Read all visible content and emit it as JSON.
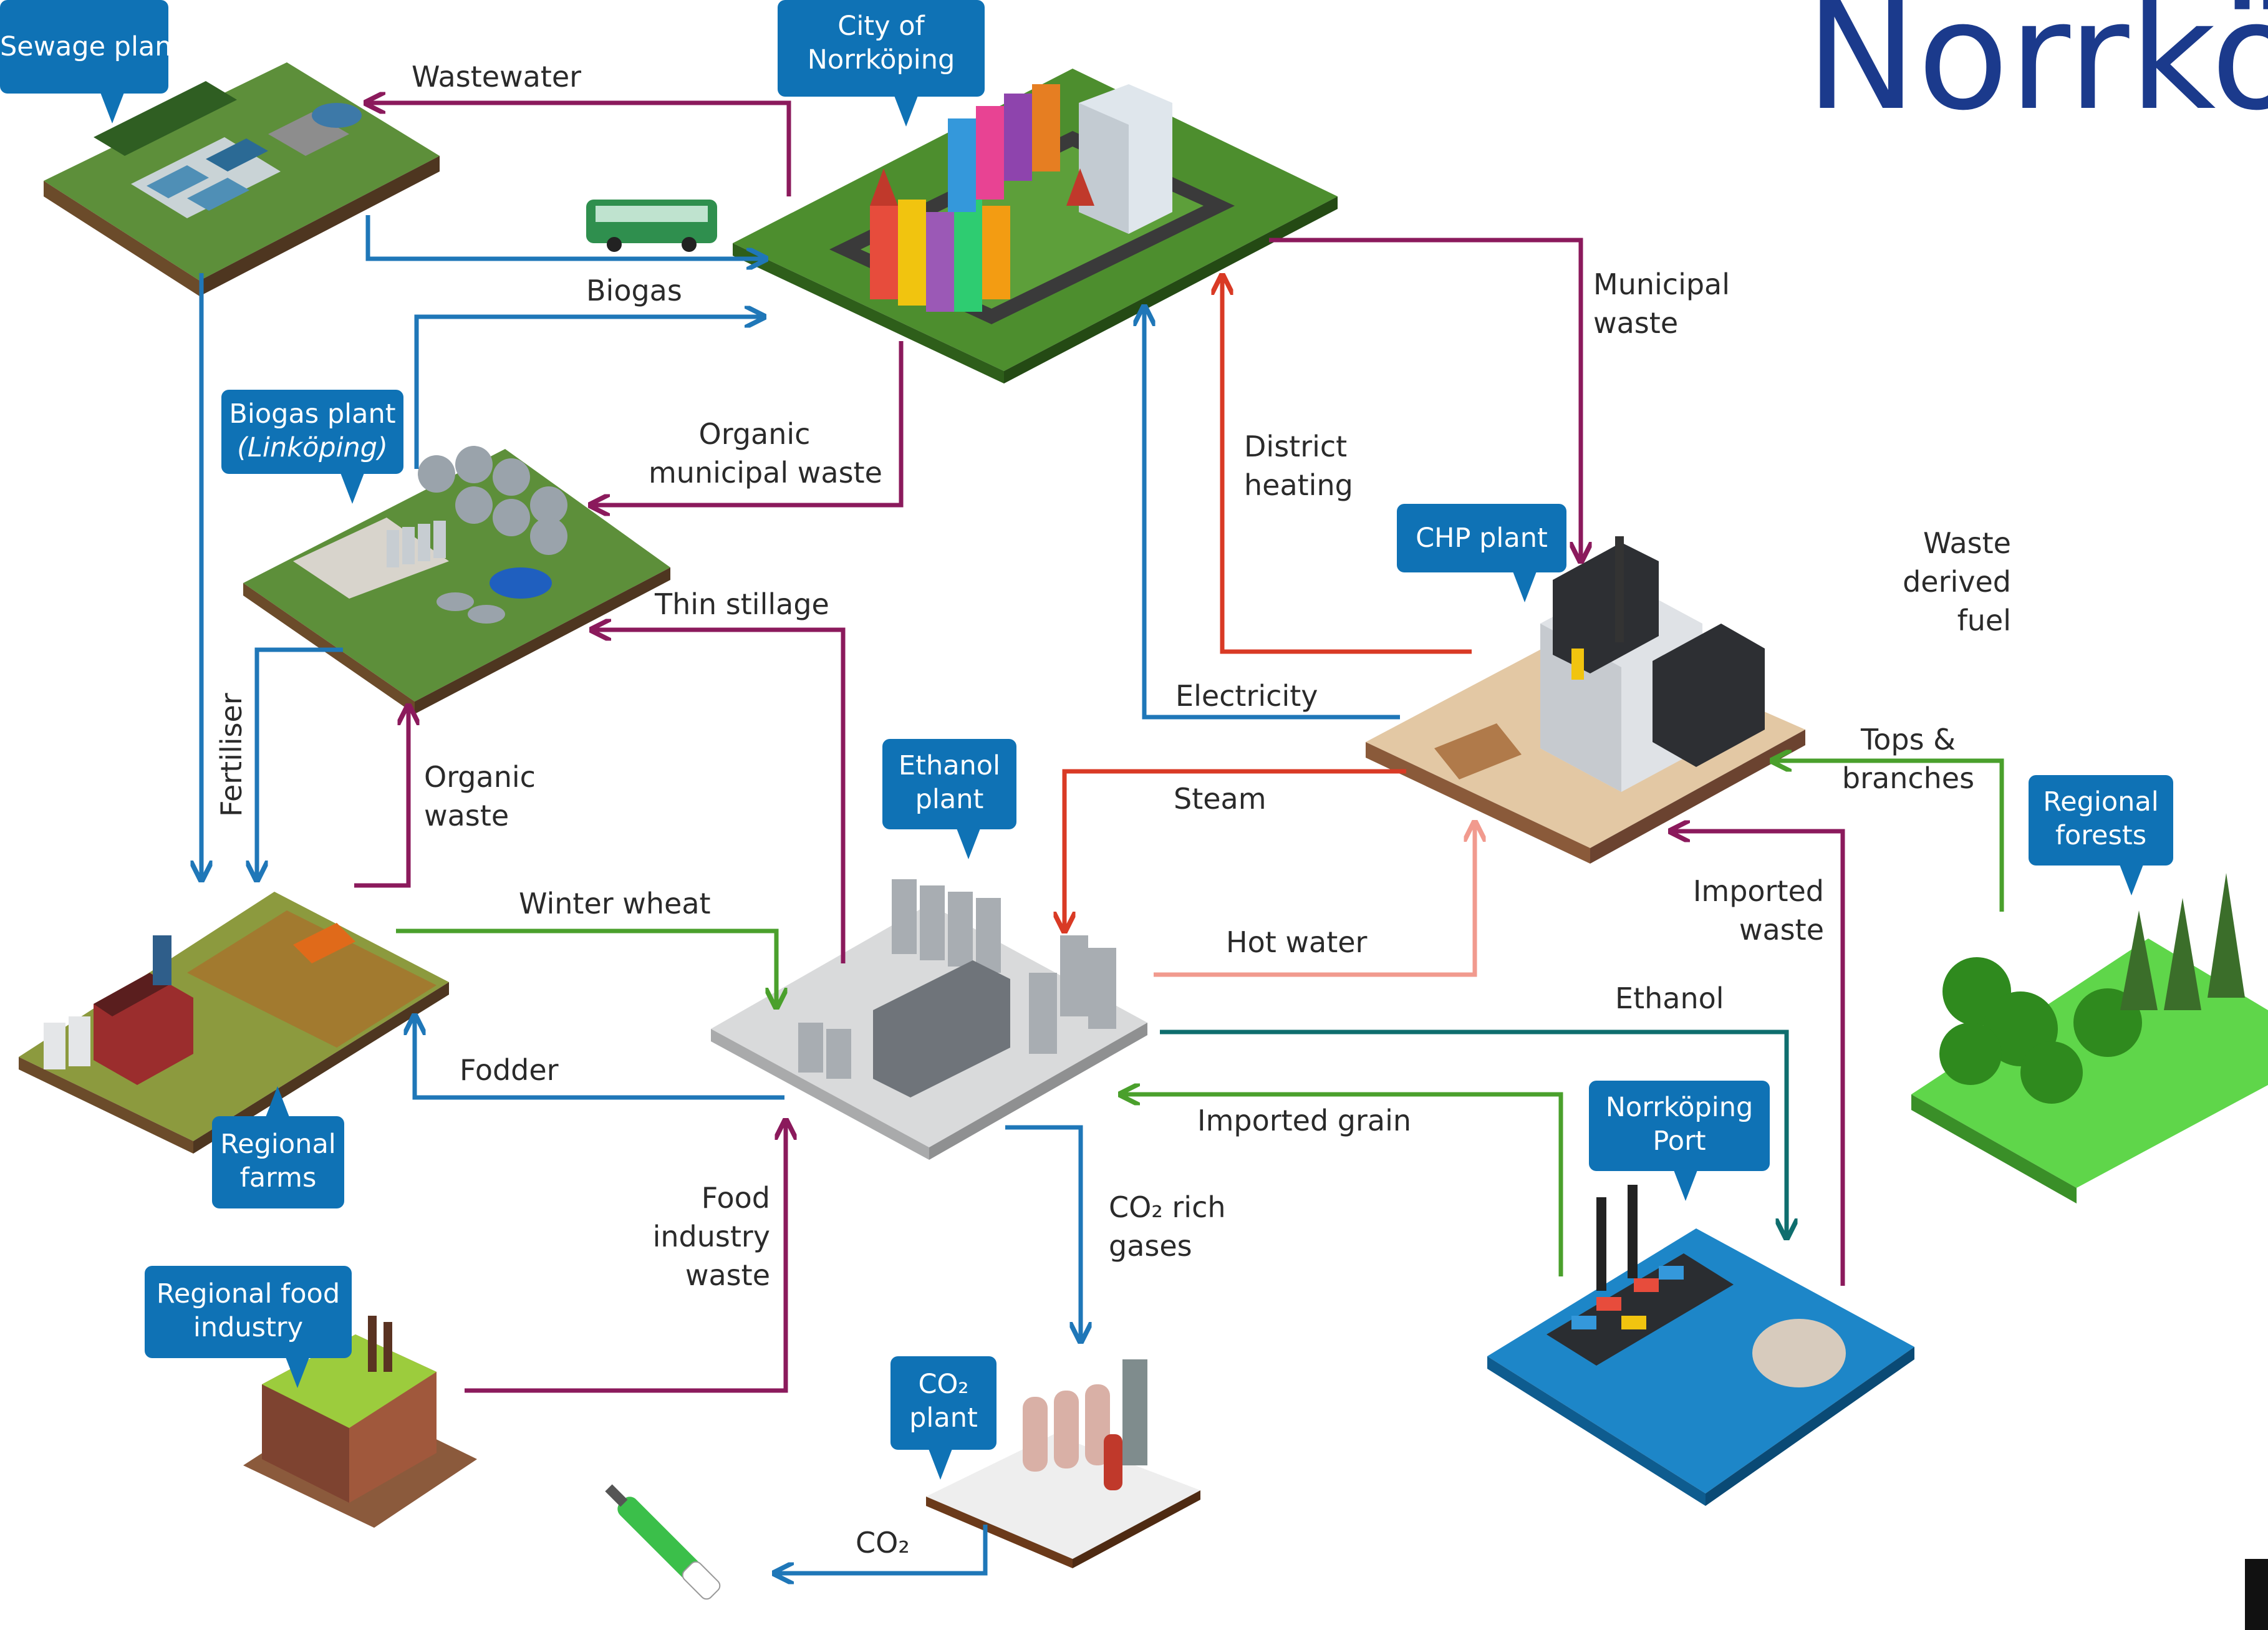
{
  "title": "Norrköp",
  "callouts": {
    "sewage": "Sewage plant",
    "city_line1": "City of",
    "city_line2": "Norrköping",
    "biogas_line1": "Biogas plant",
    "biogas_line2": "(Linköping)",
    "chp": "CHP plant",
    "ethanol_line1": "Ethanol",
    "ethanol_line2": "plant",
    "forests_line1": "Regional",
    "forests_line2": "forests",
    "farms_line1": "Regional",
    "farms_line2": "farms",
    "food_line1": "Regional food",
    "food_line2": "industry",
    "co2plant_line1": "CO₂",
    "co2plant_line2": "plant",
    "port_line1": "Norrköping",
    "port_line2": "Port"
  },
  "flows": {
    "wastewater": "Wastewater",
    "biogas": "Biogas",
    "municipal_waste_1": "Municipal",
    "municipal_waste_2": "waste",
    "organic_municipal_1": "Organic",
    "organic_municipal_2": "municipal waste",
    "district_heating_1": "District",
    "district_heating_2": "heating",
    "waste_derived_1": "Waste",
    "waste_derived_2": "derived",
    "waste_derived_3": "fuel",
    "thin_stillage": "Thin stillage",
    "electricity": "Electricity",
    "tops_1": "Tops &",
    "tops_2": "branches",
    "fertiliser": "Fertiliser",
    "organic_waste_1": "Organic",
    "organic_waste_2": "waste",
    "steam": "Steam",
    "imported_waste_1": "Imported",
    "imported_waste_2": "waste",
    "winter_wheat": "Winter wheat",
    "hot_water": "Hot water",
    "ethanol": "Ethanol",
    "fodder": "Fodder",
    "imported_grain": "Imported grain",
    "food_waste_1": "Food",
    "food_waste_2": "industry",
    "food_waste_3": "waste",
    "co2_rich_1": "CO₂ rich",
    "co2_rich_2": "gases",
    "co2": "CO₂"
  },
  "colors": {
    "blue": "#1f77b8",
    "purple": "#8b1a5c",
    "red": "#d93a25",
    "green": "#4aa02c",
    "teal": "#0f6e6e",
    "pink": "#f19a8e",
    "callout": "#0f72b5"
  }
}
